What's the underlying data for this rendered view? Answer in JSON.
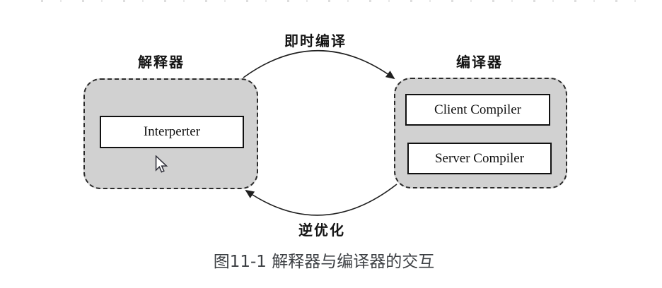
{
  "figure": {
    "top_arrow_label": "即时编译",
    "bottom_arrow_label": "逆优化",
    "interpreter_group": {
      "label": "解释器",
      "box": "Interperter"
    },
    "compiler_group": {
      "label": "编译器",
      "boxes": [
        "Client Compiler",
        "Server Compiler"
      ]
    },
    "caption": "图11-1 解释器与编译器的交互",
    "colors": {
      "group_fill": "#d1d1d1",
      "line": "#1f1f1f",
      "box_border": "#111111",
      "caption_text": "#3d4044"
    }
  }
}
